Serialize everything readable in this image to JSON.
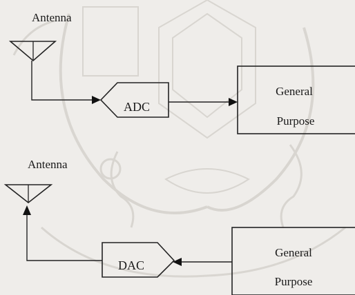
{
  "diagram": {
    "receiver": {
      "antenna_label": "Antenna",
      "converter_label": "ADC",
      "processor_line1": "General",
      "processor_line2": "Purpose"
    },
    "transmitter": {
      "antenna_label": "Antenna",
      "converter_label": "DAC",
      "processor_line1": "General",
      "processor_line2": "Purpose"
    }
  },
  "watermark": {
    "color": "#d8d5d0"
  }
}
